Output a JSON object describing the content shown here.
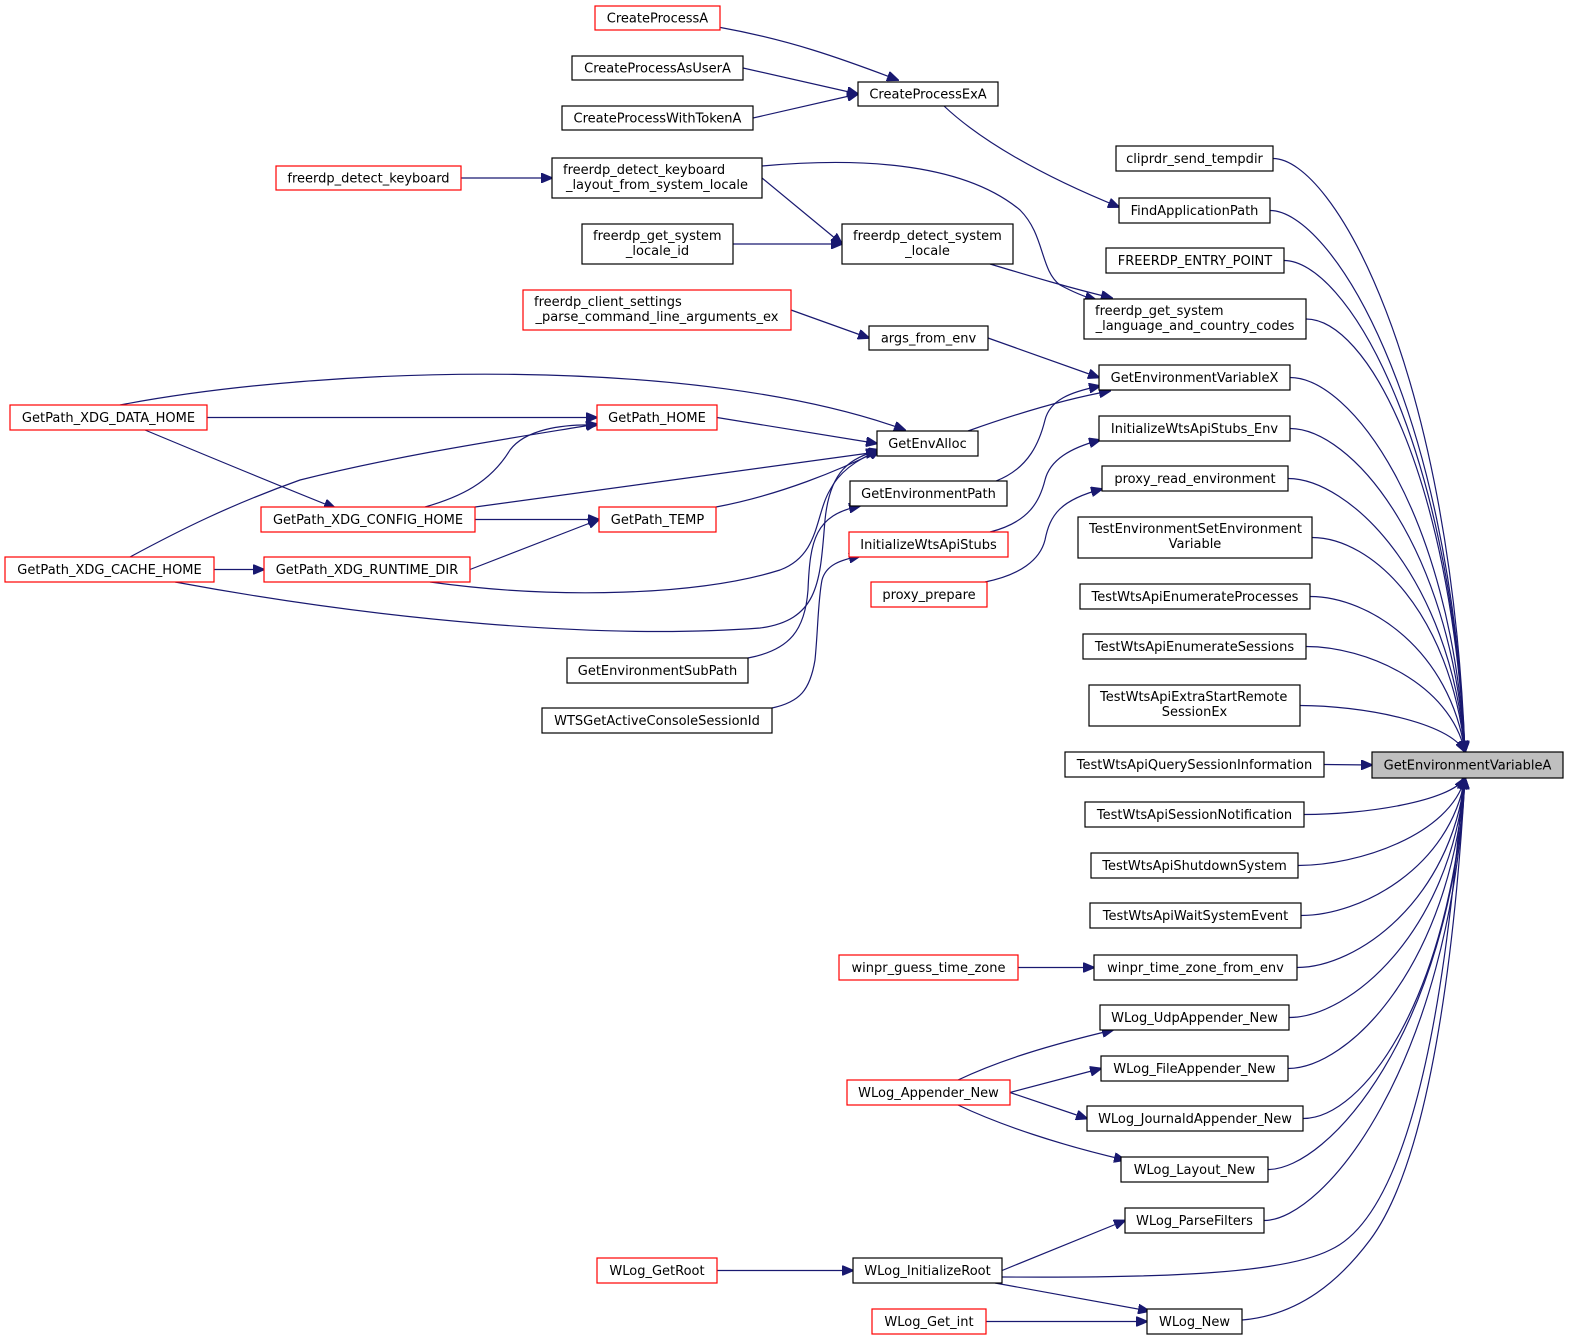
{
  "colors": {
    "edge": "#191970",
    "node_border_normal": "#000000",
    "node_border_truncated": "#ff0000",
    "root_fill": "#bfbfbf",
    "node_fill": "#ffffff"
  },
  "root": {
    "label": "GetEnvironmentVariableA"
  },
  "nodes": {
    "CreateProcessA": {
      "label": "CreateProcessA",
      "truncated": true
    },
    "CreateProcessAsUserA": {
      "label": "CreateProcessAsUserA",
      "truncated": false
    },
    "CreateProcessWithTokenA": {
      "label": "CreateProcessWithTokenA",
      "truncated": false
    },
    "CreateProcessExA": {
      "label": "CreateProcessExA",
      "truncated": false
    },
    "freerdp_detect_keyboard": {
      "label": "freerdp_detect_keyboard",
      "truncated": true
    },
    "freerdp_detect_keyboard_layout": {
      "label": "freerdp_detect_keyboard\n_layout_from_system_locale",
      "truncated": false
    },
    "freerdp_get_system_locale_id": {
      "label": "freerdp_get_system\n_locale_id",
      "truncated": false
    },
    "freerdp_detect_system_locale": {
      "label": "freerdp_detect_system\n_locale",
      "truncated": false
    },
    "freerdp_client_settings": {
      "label": "freerdp_client_settings\n_parse_command_line_arguments_ex",
      "truncated": true
    },
    "args_from_env": {
      "label": "args_from_env",
      "truncated": false
    },
    "GetPath_XDG_DATA_HOME": {
      "label": "GetPath_XDG_DATA_HOME",
      "truncated": true
    },
    "GetPath_HOME": {
      "label": "GetPath_HOME",
      "truncated": true
    },
    "GetEnvAlloc": {
      "label": "GetEnvAlloc",
      "truncated": false
    },
    "GetPath_XDG_CONFIG_HOME": {
      "label": "GetPath_XDG_CONFIG_HOME",
      "truncated": true
    },
    "GetPath_TEMP": {
      "label": "GetPath_TEMP",
      "truncated": true
    },
    "GetEnvironmentPath": {
      "label": "GetEnvironmentPath",
      "truncated": false
    },
    "GetPath_XDG_CACHE_HOME": {
      "label": "GetPath_XDG_CACHE_HOME",
      "truncated": true
    },
    "GetPath_XDG_RUNTIME_DIR": {
      "label": "GetPath_XDG_RUNTIME_DIR",
      "truncated": true
    },
    "InitializeWtsApiStubs": {
      "label": "InitializeWtsApiStubs",
      "truncated": true
    },
    "proxy_prepare": {
      "label": "proxy_prepare",
      "truncated": true
    },
    "GetEnvironmentSubPath": {
      "label": "GetEnvironmentSubPath",
      "truncated": false
    },
    "WTSGetActiveConsoleSessionId": {
      "label": "WTSGetActiveConsoleSessionId",
      "truncated": false
    },
    "cliprdr_send_tempdir": {
      "label": "cliprdr_send_tempdir",
      "truncated": false
    },
    "FindApplicationPath": {
      "label": "FindApplicationPath",
      "truncated": false
    },
    "FREERDP_ENTRY_POINT": {
      "label": "FREERDP_ENTRY_POINT",
      "truncated": false
    },
    "freerdp_get_system_language": {
      "label": "freerdp_get_system\n_language_and_country_codes",
      "truncated": false
    },
    "GetEnvironmentVariableX": {
      "label": "GetEnvironmentVariableX",
      "truncated": false
    },
    "InitializeWtsApiStubs_Env": {
      "label": "InitializeWtsApiStubs_Env",
      "truncated": false
    },
    "proxy_read_environment": {
      "label": "proxy_read_environment",
      "truncated": false
    },
    "TestEnvironmentSetEnvironmentVariable": {
      "label": "TestEnvironmentSetEnvironment\nVariable",
      "truncated": false
    },
    "TestWtsApiEnumerateProcesses": {
      "label": "TestWtsApiEnumerateProcesses",
      "truncated": false
    },
    "TestWtsApiEnumerateSessions": {
      "label": "TestWtsApiEnumerateSessions",
      "truncated": false
    },
    "TestWtsApiExtraStartRemoteSessionEx": {
      "label": "TestWtsApiExtraStartRemote\nSessionEx",
      "truncated": false
    },
    "TestWtsApiQuerySessionInformation": {
      "label": "TestWtsApiQuerySessionInformation",
      "truncated": false
    },
    "TestWtsApiSessionNotification": {
      "label": "TestWtsApiSessionNotification",
      "truncated": false
    },
    "TestWtsApiShutdownSystem": {
      "label": "TestWtsApiShutdownSystem",
      "truncated": false
    },
    "TestWtsApiWaitSystemEvent": {
      "label": "TestWtsApiWaitSystemEvent",
      "truncated": false
    },
    "winpr_guess_time_zone": {
      "label": "winpr_guess_time_zone",
      "truncated": true
    },
    "winpr_time_zone_from_env": {
      "label": "winpr_time_zone_from_env",
      "truncated": false
    },
    "WLog_UdpAppender_New": {
      "label": "WLog_UdpAppender_New",
      "truncated": false
    },
    "WLog_Appender_New": {
      "label": "WLog_Appender_New",
      "truncated": true
    },
    "WLog_FileAppender_New": {
      "label": "WLog_FileAppender_New",
      "truncated": false
    },
    "WLog_JournaldAppender_New": {
      "label": "WLog_JournaldAppender_New",
      "truncated": false
    },
    "WLog_Layout_New": {
      "label": "WLog_Layout_New",
      "truncated": false
    },
    "WLog_ParseFilters": {
      "label": "WLog_ParseFilters",
      "truncated": false
    },
    "WLog_GetRoot": {
      "label": "WLog_GetRoot",
      "truncated": true
    },
    "WLog_InitializeRoot": {
      "label": "WLog_InitializeRoot",
      "truncated": false
    },
    "WLog_Get_int": {
      "label": "WLog_Get_int",
      "truncated": true
    },
    "WLog_New": {
      "label": "WLog_New",
      "truncated": false
    }
  },
  "edges": [
    [
      "CreateProcessA",
      "CreateProcessExA"
    ],
    [
      "CreateProcessAsUserA",
      "CreateProcessExA"
    ],
    [
      "CreateProcessWithTokenA",
      "CreateProcessExA"
    ],
    [
      "CreateProcessExA",
      "FindApplicationPath"
    ],
    [
      "freerdp_detect_keyboard",
      "freerdp_detect_keyboard_layout"
    ],
    [
      "freerdp_detect_keyboard_layout",
      "freerdp_detect_system_locale"
    ],
    [
      "freerdp_detect_keyboard_layout",
      "freerdp_get_system_language"
    ],
    [
      "freerdp_get_system_locale_id",
      "freerdp_detect_system_locale"
    ],
    [
      "freerdp_detect_system_locale",
      "freerdp_get_system_language"
    ],
    [
      "freerdp_client_settings",
      "args_from_env"
    ],
    [
      "args_from_env",
      "GetEnvironmentVariableX"
    ],
    [
      "GetEnvAlloc",
      "GetEnvironmentVariableX"
    ],
    [
      "GetPath_XDG_DATA_HOME",
      "GetPath_HOME"
    ],
    [
      "GetPath_XDG_DATA_HOME",
      "GetEnvAlloc"
    ],
    [
      "GetPath_HOME",
      "GetEnvAlloc"
    ],
    [
      "GetPath_XDG_CONFIG_HOME",
      "GetPath_HOME"
    ],
    [
      "GetPath_XDG_CONFIG_HOME",
      "GetEnvAlloc"
    ],
    [
      "GetPath_XDG_CONFIG_HOME",
      "GetPath_TEMP"
    ],
    [
      "GetPath_TEMP",
      "GetEnvAlloc"
    ],
    [
      "GetPath_XDG_DATA_HOME",
      "GetPath_XDG_CONFIG_HOME"
    ],
    [
      "GetPath_XDG_CACHE_HOME",
      "GetPath_HOME"
    ],
    [
      "GetPath_XDG_CACHE_HOME",
      "GetPath_XDG_RUNTIME_DIR"
    ],
    [
      "GetPath_XDG_CACHE_HOME",
      "GetEnvAlloc"
    ],
    [
      "GetPath_XDG_RUNTIME_DIR",
      "GetPath_TEMP"
    ],
    [
      "GetPath_XDG_RUNTIME_DIR",
      "GetEnvAlloc"
    ],
    [
      "GetEnvironmentPath",
      "GetEnvironmentVariableX"
    ],
    [
      "GetEnvironmentSubPath",
      "GetEnvironmentPath"
    ],
    [
      "InitializeWtsApiStubs",
      "InitializeWtsApiStubs_Env"
    ],
    [
      "WTSGetActiveConsoleSessionId",
      "InitializeWtsApiStubs"
    ],
    [
      "proxy_prepare",
      "proxy_read_environment"
    ],
    [
      "winpr_guess_time_zone",
      "winpr_time_zone_from_env"
    ],
    [
      "WLog_Appender_New",
      "WLog_UdpAppender_New"
    ],
    [
      "WLog_Appender_New",
      "WLog_FileAppender_New"
    ],
    [
      "WLog_Appender_New",
      "WLog_JournaldAppender_New"
    ],
    [
      "WLog_Appender_New",
      "WLog_Layout_New"
    ],
    [
      "WLog_GetRoot",
      "WLog_InitializeRoot"
    ],
    [
      "WLog_InitializeRoot",
      "WLog_ParseFilters"
    ],
    [
      "WLog_InitializeRoot",
      "WLog_New"
    ],
    [
      "WLog_Get_int",
      "WLog_New"
    ],
    [
      "cliprdr_send_tempdir",
      "root"
    ],
    [
      "FindApplicationPath",
      "root"
    ],
    [
      "FREERDP_ENTRY_POINT",
      "root"
    ],
    [
      "freerdp_get_system_language",
      "root"
    ],
    [
      "GetEnvironmentVariableX",
      "root"
    ],
    [
      "InitializeWtsApiStubs_Env",
      "root"
    ],
    [
      "proxy_read_environment",
      "root"
    ],
    [
      "TestEnvironmentSetEnvironmentVariable",
      "root"
    ],
    [
      "TestWtsApiEnumerateProcesses",
      "root"
    ],
    [
      "TestWtsApiEnumerateSessions",
      "root"
    ],
    [
      "TestWtsApiExtraStartRemoteSessionEx",
      "root"
    ],
    [
      "TestWtsApiQuerySessionInformation",
      "root"
    ],
    [
      "TestWtsApiSessionNotification",
      "root"
    ],
    [
      "TestWtsApiShutdownSystem",
      "root"
    ],
    [
      "TestWtsApiWaitSystemEvent",
      "root"
    ],
    [
      "winpr_time_zone_from_env",
      "root"
    ],
    [
      "WLog_UdpAppender_New",
      "root"
    ],
    [
      "WLog_FileAppender_New",
      "root"
    ],
    [
      "WLog_JournaldAppender_New",
      "root"
    ],
    [
      "WLog_Layout_New",
      "root"
    ],
    [
      "WLog_ParseFilters",
      "root"
    ],
    [
      "WLog_InitializeRoot",
      "root"
    ],
    [
      "WLog_New",
      "root"
    ]
  ]
}
